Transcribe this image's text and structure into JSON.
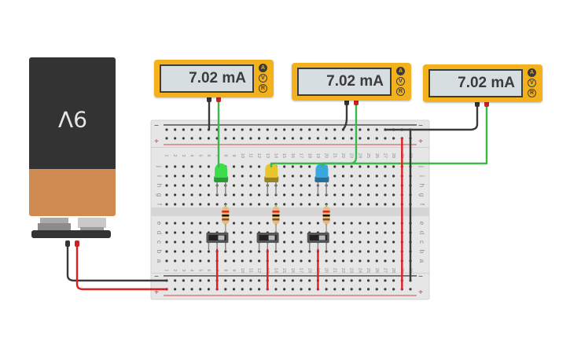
{
  "meters": [
    {
      "reading": "7.02 mA",
      "modes": [
        "A",
        "V",
        "R"
      ],
      "active_mode": "A"
    },
    {
      "reading": "7.02 mA",
      "modes": [
        "A",
        "V",
        "R"
      ],
      "active_mode": "A"
    },
    {
      "reading": "7.02 mA",
      "modes": [
        "A",
        "V",
        "R"
      ],
      "active_mode": "A"
    }
  ],
  "battery": {
    "label": "9V"
  },
  "breadboard": {
    "columns": 30,
    "top_rows": [
      "j",
      "i",
      "h",
      "g",
      "f"
    ],
    "bottom_rows": [
      "e",
      "d",
      "c",
      "b",
      "a"
    ],
    "rail_minus_label": "−",
    "rail_plus_label": "+"
  },
  "leds": [
    {
      "color_name": "green",
      "color": "#3ddc4a",
      "dark": "#2a9a36"
    },
    {
      "color_name": "yellow",
      "color": "#e8c52a",
      "dark": "#9a8420"
    },
    {
      "color_name": "blue",
      "color": "#3aa8e0",
      "dark": "#2a6f98"
    }
  ],
  "resistors": [
    {
      "bands": [
        "#e52020",
        "#111111",
        "#8a4a1c"
      ]
    },
    {
      "bands": [
        "#e52020",
        "#111111",
        "#8a4a1c"
      ]
    },
    {
      "bands": [
        "#e52020",
        "#111111",
        "#8a4a1c"
      ]
    }
  ],
  "switches": [
    {
      "state": "off"
    },
    {
      "state": "off"
    },
    {
      "state": "off"
    }
  ],
  "colors": {
    "wire_red": "#e01e1e",
    "wire_black": "#3a3a3a",
    "wire_green": "#3cb84a",
    "meter_body": "#f3b21b"
  }
}
